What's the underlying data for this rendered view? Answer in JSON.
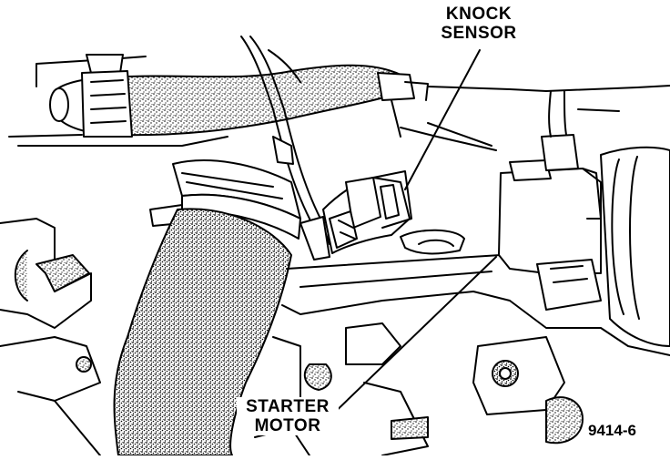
{
  "callouts": {
    "knock_sensor": {
      "line1": "KNOCK",
      "line2": "SENSOR"
    },
    "starter_motor": {
      "line1": "STARTER",
      "line2": "MOTOR"
    }
  },
  "figure_number": "9414-6"
}
